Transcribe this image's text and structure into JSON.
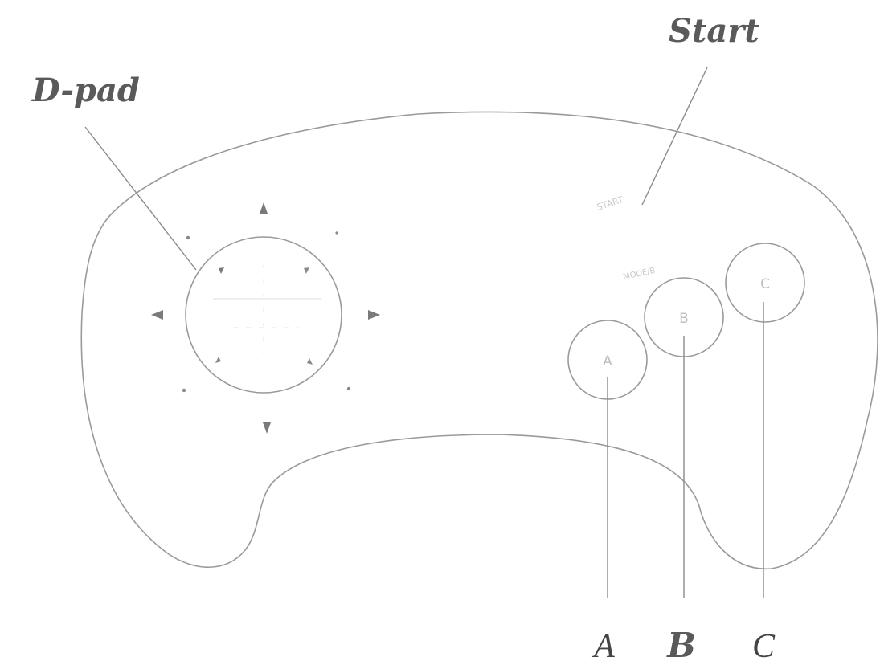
{
  "labels": {
    "dpad": "D-pad",
    "start": "Start",
    "a": "A",
    "b": "B",
    "c": "C"
  },
  "controller": {
    "start_imprint": "START",
    "mode_imprint": "MODE/B",
    "button_a": "A",
    "button_b": "B",
    "button_c": "C"
  },
  "colors": {
    "line": "#9a9a9a",
    "label": "#5a5a5a"
  }
}
